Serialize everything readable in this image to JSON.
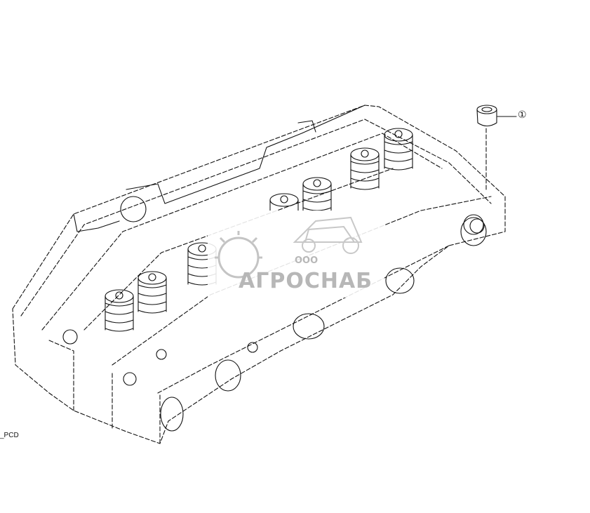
{
  "diagram": {
    "callouts": [
      {
        "number": "①"
      }
    ],
    "drawing_code": "_PCD"
  },
  "watermark": {
    "company_prefix": "ООО",
    "company_name": "АГРОСНАБ"
  }
}
